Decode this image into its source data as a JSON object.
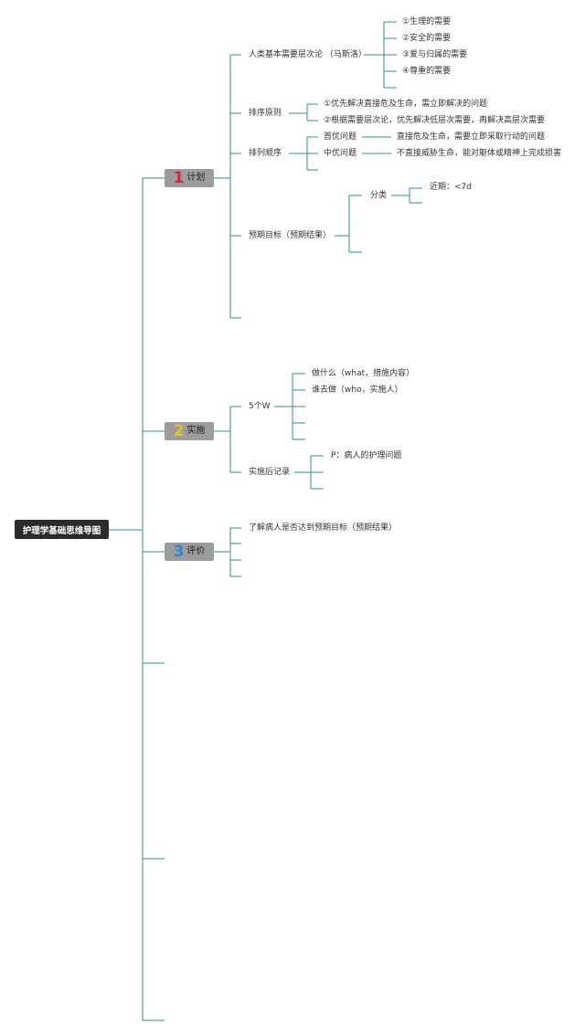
{
  "root": {
    "label": "护理学基础思维导图"
  },
  "sections": [
    {
      "number": "1",
      "label": "计划",
      "color": "#d6233a"
    },
    {
      "number": "2",
      "label": "实施",
      "color": "#e6c229"
    },
    {
      "number": "3",
      "label": "评价",
      "color": "#2f86d6"
    }
  ],
  "plan": {
    "maslow": {
      "label": "人类基本需要层次论 （马斯洛）",
      "items": [
        "①生理的需要",
        "②安全的需要",
        "③爱与归属的需要",
        "④尊重的需要"
      ]
    },
    "principle": {
      "label": "排序原则",
      "items": [
        "①优先解决直接危及生命，需立即解决的问题",
        "②根据需要层次论，优先解决低层次需要，再解决高层次需要"
      ]
    },
    "order": {
      "label": "排列顺序",
      "items": [
        {
          "name": "首优问题",
          "desc": "直接危及生命，需要立即采取行动的问题"
        },
        {
          "name": "中优问题",
          "desc": "不直接威胁生命，能对躯体或精神上完成损害"
        }
      ]
    },
    "goal": {
      "label": "预期目标（预期结果）",
      "category": "分类",
      "near_term": "近期：<7d"
    }
  },
  "implement": {
    "five_w": {
      "label": "5个W",
      "items": [
        "做什么（what，措施内容）",
        "谁去做（who，实施人）"
      ]
    },
    "record": {
      "label": "实施后记录",
      "items": [
        "P：病人的护理问题"
      ]
    }
  },
  "evaluate": {
    "items": [
      "了解病人是否达到预期目标（预期结果）"
    ]
  }
}
